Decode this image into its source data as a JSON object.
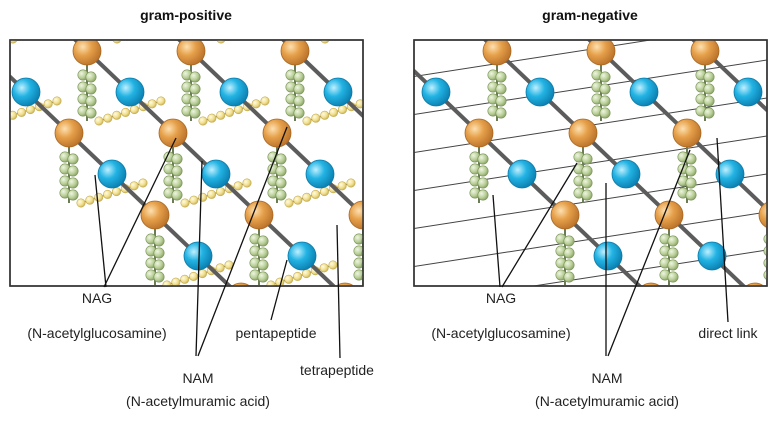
{
  "colors": {
    "nag": "#22b3e3",
    "nam": "#e6a04a",
    "pentapeptide": "#f1df8c",
    "tetrapeptide": "#b9cf97",
    "background": "#ffffff"
  },
  "panels": [
    {
      "title": "gram-positive",
      "labels": {
        "nag": "NAG",
        "nag_full": "(N-acetylglucosamine)",
        "nam": "NAM",
        "nam_full": "(N-acetylmuramic acid)",
        "pentapeptide": "pentapeptide",
        "tetrapeptide": "tetrapeptide"
      }
    },
    {
      "title": "gram-negative",
      "labels": {
        "nag": "NAG",
        "nag_full": "(N-acetylglucosamine)",
        "nam": "NAM",
        "nam_full": "(N-acetylmuramic acid)",
        "direct_link": "direct link"
      }
    }
  ]
}
